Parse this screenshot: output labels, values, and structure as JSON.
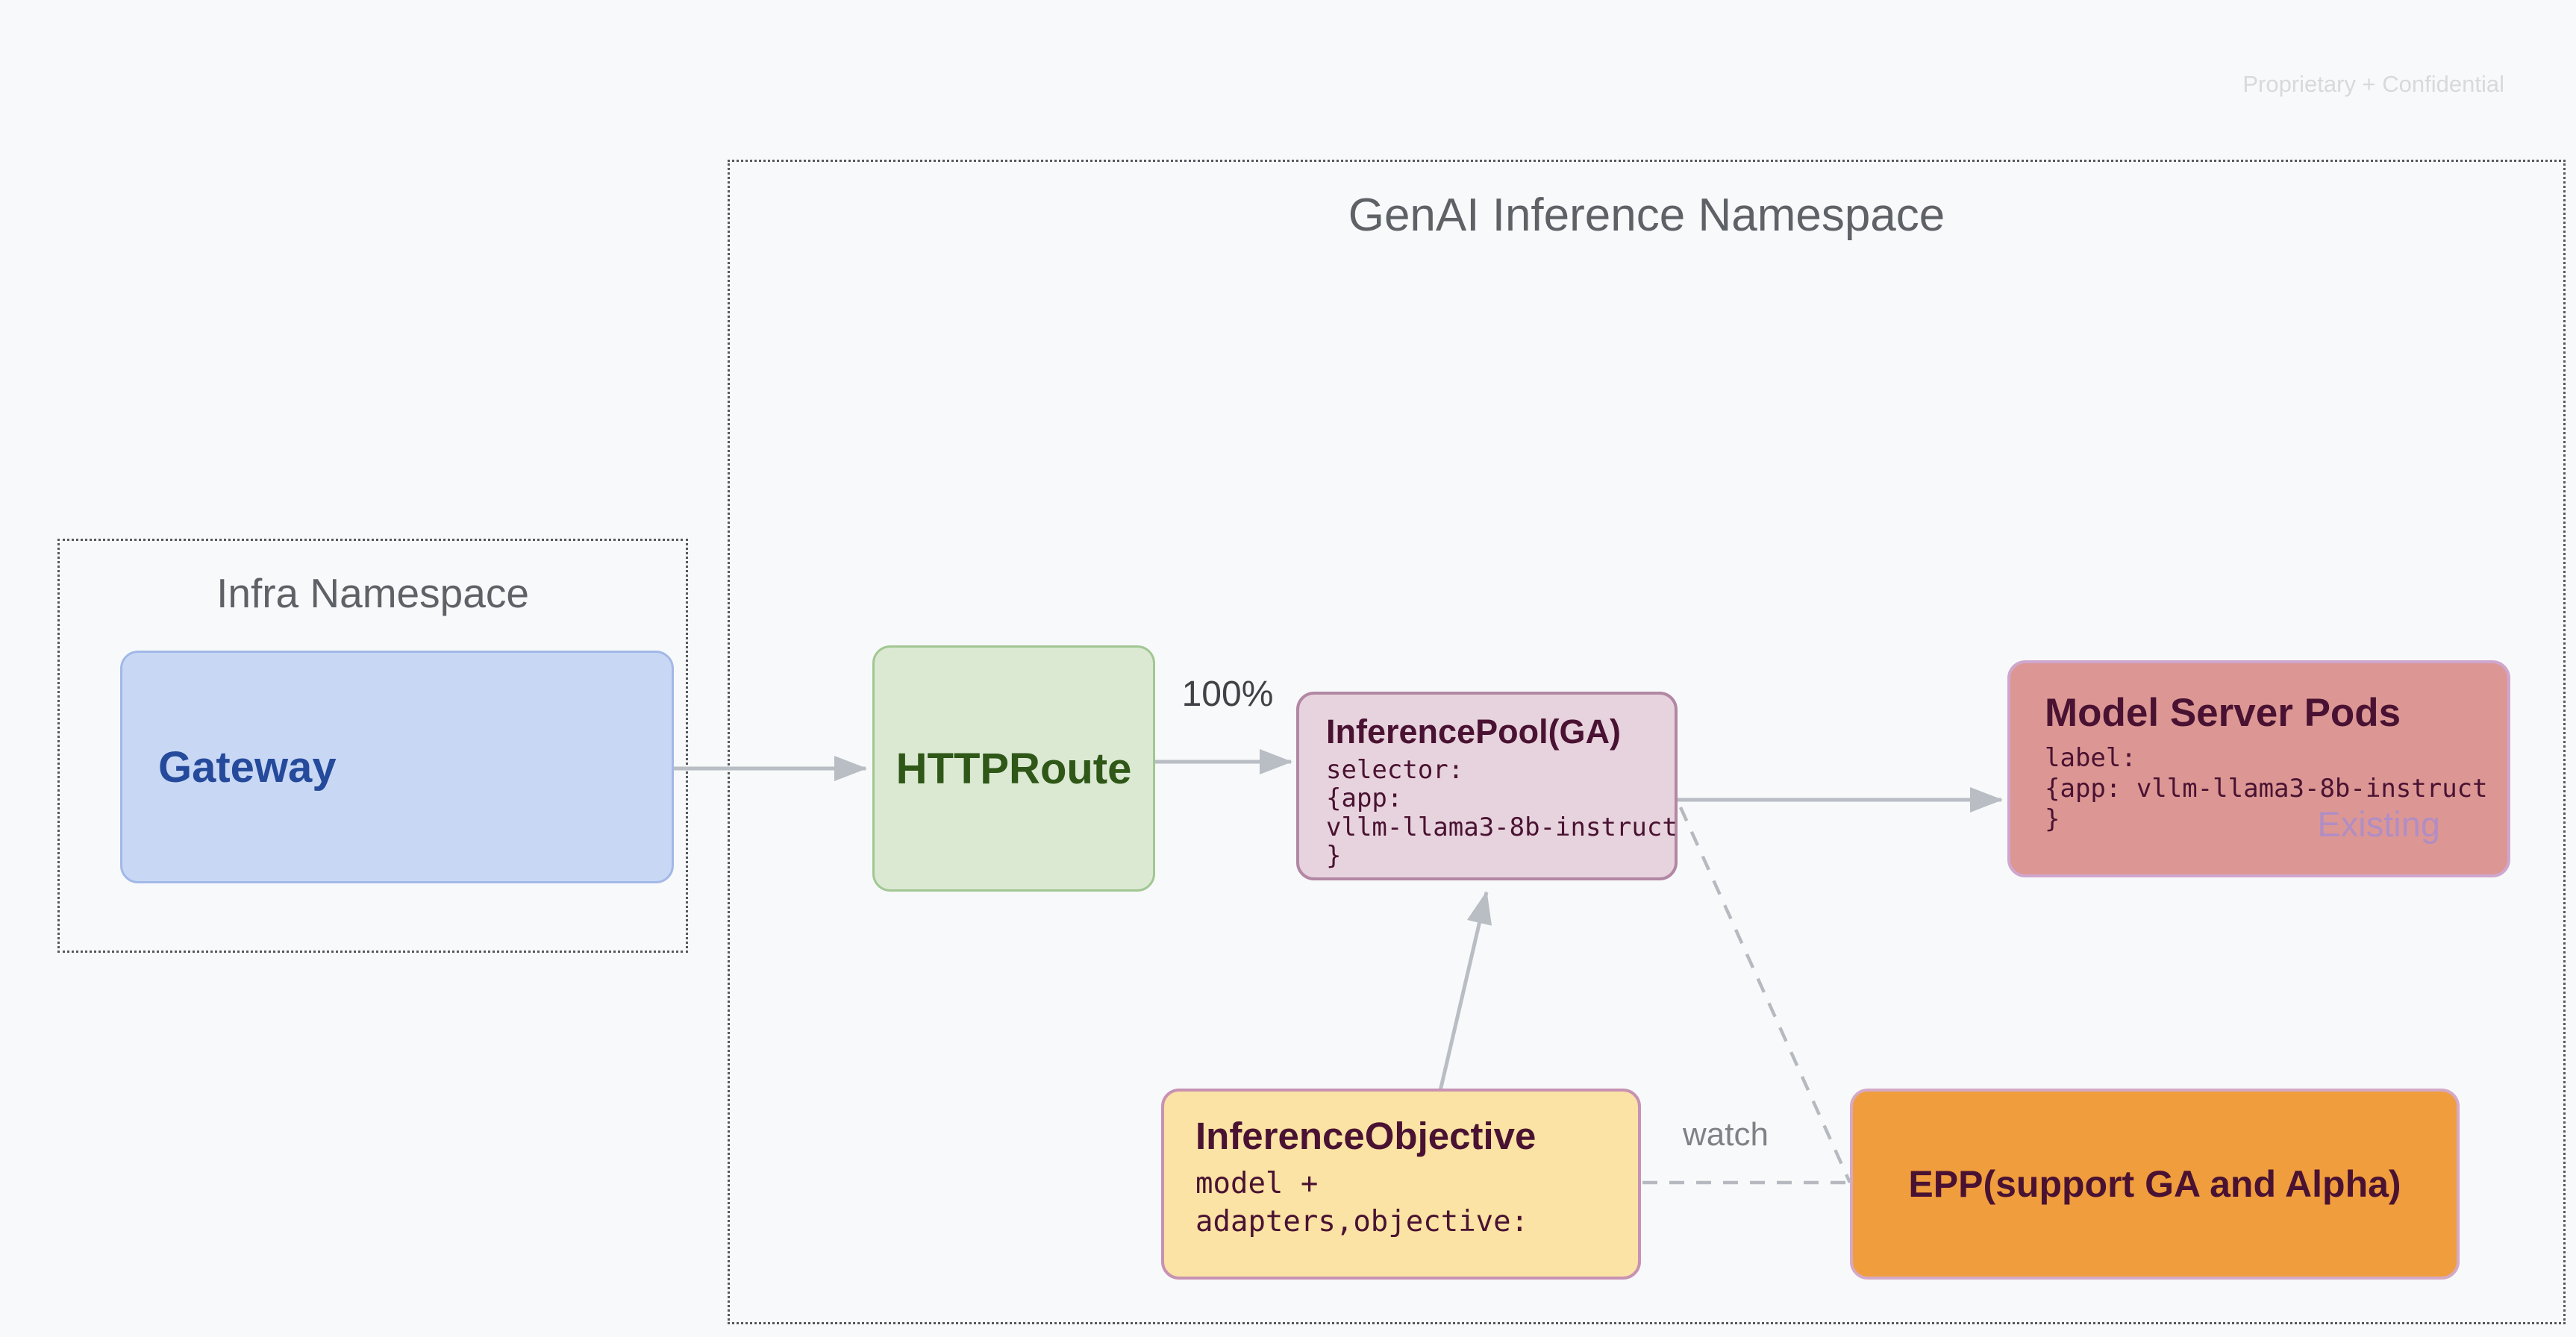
{
  "watermark": "Proprietary + Confidential",
  "infra": {
    "title": "Infra Namespace",
    "gateway": {
      "label": "Gateway"
    }
  },
  "genai": {
    "title": "GenAI Inference Namespace",
    "httproute": {
      "label": "HTTPRoute"
    },
    "pool": {
      "title": "InferencePool(GA)",
      "code": "selector:\n{app:\nvllm-llama3-8b-instruct\n}"
    },
    "pods": {
      "title": "Model Server Pods",
      "code": "label:\n{app: vllm-llama3-8b-instruct\n}",
      "badge": "Existing"
    },
    "objective": {
      "title": "InferenceObjective",
      "code": "model +\nadapters,objective:"
    },
    "epp": {
      "label": "EPP(support GA and Alpha)"
    },
    "labels": {
      "weight": "100%",
      "watch": "watch"
    }
  },
  "colors": {
    "bg": "#f8f9fa",
    "watermark": "#d8d9db",
    "ns-border": "#55595e",
    "ns-title": "#5e6267",
    "gateway-bg": "#c8d8f4",
    "gateway-border": "#a2b8e8",
    "gateway-text": "#254a9c",
    "httproute-bg": "#dbe9d3",
    "httproute-border": "#a2c793",
    "httproute-text": "#2f5717",
    "pool-bg": "#e7d3dd",
    "pool-border": "#b287a4",
    "pods-bg": "#dc9794",
    "pods-border": "#cfa6ce",
    "objective-bg": "#fae3a4",
    "objective-border": "#c792b3",
    "epp-bg": "#f09d3d",
    "epp-border": "#d4a9c6",
    "maroon": "#4a1232",
    "existing": "#b18dc3",
    "weight-label": "#3f4246",
    "watch-label": "#7e8287",
    "arrow": "#b9bdc4"
  }
}
